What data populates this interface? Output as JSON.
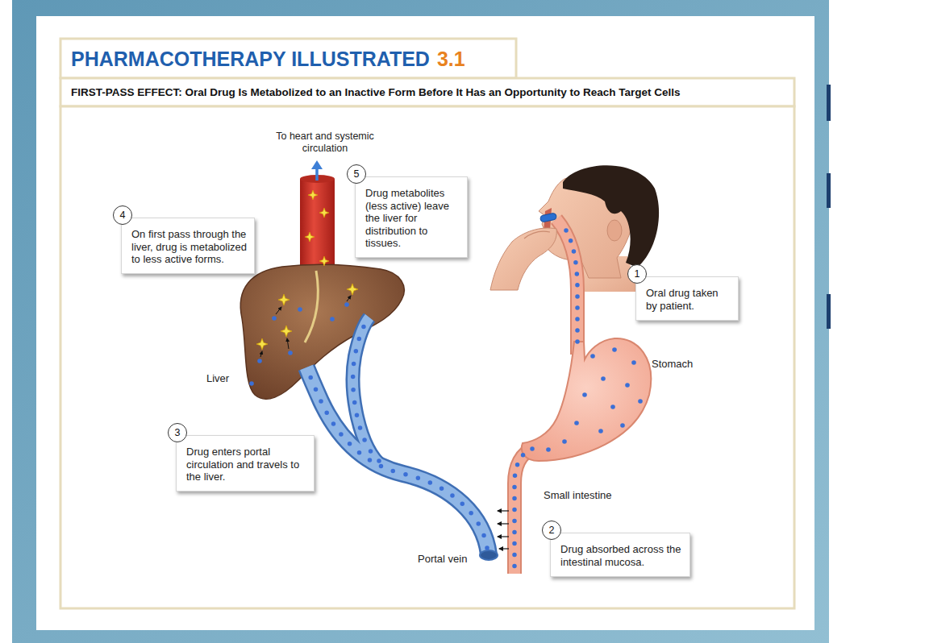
{
  "diagram": {
    "title": "PHARMACOTHERAPY ILLUSTRATED",
    "caption": "FIRST-PASS EFFECT: Oral Drug Is Metabolized to an Inactive Form Before It Has an Opportunity to Reach Target Cells",
    "nodes": [
      {
        "text": [
          "Oral drug taken by patient."
        ]
      },
      {
        "text": [
          "1"
        ],
        "in": 0
      },
      {
        "text": [
          "Drug absorbed across the intestinal mucosa."
        ]
      },
      {
        "text": [
          "2"
        ],
        "in": 2
      },
      {
        "text": [
          "Drug enters portal circulation and travels to the liver."
        ]
      },
      {
        "text": [
          "3"
        ],
        "in": 4
      },
      {
        "text": [
          "On first pass through the liver, drug is metabolized to less active forms."
        ]
      },
      {
        "text": [
          "4"
        ],
        "in": 6
      },
      {
        "text": [
          "Drug metabolites (less active) leave the liver for distribution to tissues."
        ]
      },
      {
        "text": [
          "5"
        ],
        "in": 8
      }
    ],
    "labels": [
      "3.1",
      "To heart and systemic circulation",
      "Liver",
      "Stomach",
      "Small intestine",
      "Portal vein"
    ]
  }
}
